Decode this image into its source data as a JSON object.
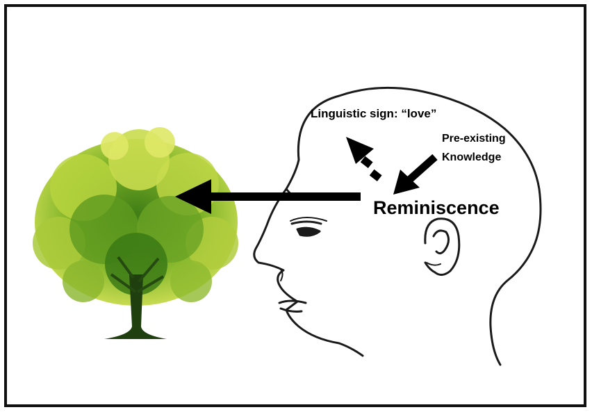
{
  "diagram": {
    "labels": {
      "linguistic_sign": "Linguistic sign: “love”",
      "pre_existing_line1": "Pre-existing",
      "pre_existing_line2": "Knowledge",
      "reminiscence": "Reminiscence"
    },
    "icons": {
      "tree": "tree-icon",
      "head": "human-head-profile-icon"
    },
    "colors": {
      "border": "#111111",
      "arrow": "#000000",
      "tree_light": "#d9e65a",
      "tree_dark": "#4f8f1e",
      "trunk": "#1f3f0f"
    }
  }
}
